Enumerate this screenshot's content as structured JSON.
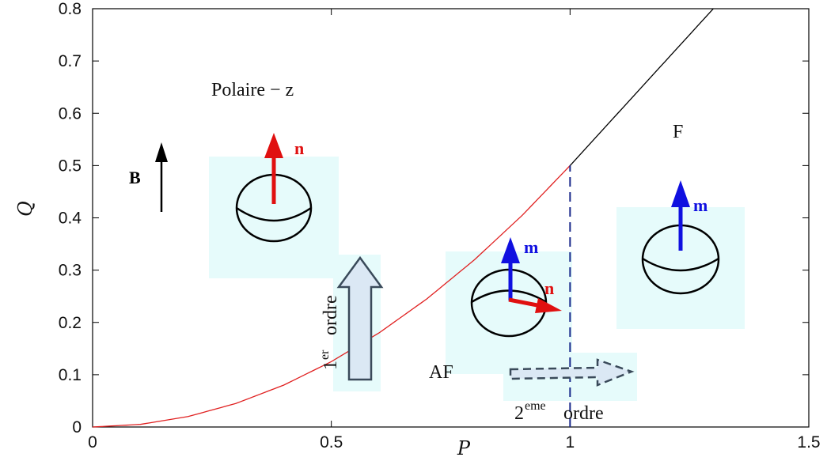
{
  "chart_data": {
    "type": "line",
    "xlabel": "P",
    "ylabel": "Q",
    "xlim": [
      0,
      1.5
    ],
    "ylim": [
      0,
      0.8
    ],
    "xticks": [
      "0",
      "0.5",
      "1",
      "1.5"
    ],
    "yticks": [
      "0",
      "0.1",
      "0.2",
      "0.3",
      "0.4",
      "0.5",
      "0.6",
      "0.7",
      "0.8"
    ],
    "grid": false,
    "series": [
      {
        "color": "#e02020",
        "x": [
          0,
          0.1,
          0.2,
          0.3,
          0.4,
          0.5,
          0.6,
          0.7,
          0.8,
          0.9,
          1.0
        ],
        "y": [
          0,
          0.005,
          0.02,
          0.045,
          0.08,
          0.125,
          0.18,
          0.245,
          0.32,
          0.405,
          0.5
        ]
      },
      {
        "color": "#000000",
        "x": [
          1.0,
          1.1,
          1.2,
          1.31
        ],
        "y": [
          0.5,
          0.6,
          0.7,
          0.81
        ]
      }
    ],
    "vline": {
      "x": 1.0,
      "y0": 0,
      "y1": 0.5,
      "color": "#1a2a8c",
      "style": "dashed"
    }
  },
  "annotations": {
    "polaire": "Polaire − z",
    "field": "B",
    "ferro": "F",
    "antiferro": "AF",
    "first_order_base": "1",
    "first_order_sup": "er",
    "first_order_word": "ordre",
    "second_order_base": "2",
    "second_order_sup": "eme",
    "second_order_word": "ordre",
    "vec_n": "n",
    "vec_m": "m"
  },
  "colors": {
    "panel": "#e6fbfb",
    "n_vector": "#e01010",
    "m_vector": "#1010e0",
    "arrow_fill": "#dbe8f4",
    "arrow_stroke": "#3a4a5a"
  }
}
